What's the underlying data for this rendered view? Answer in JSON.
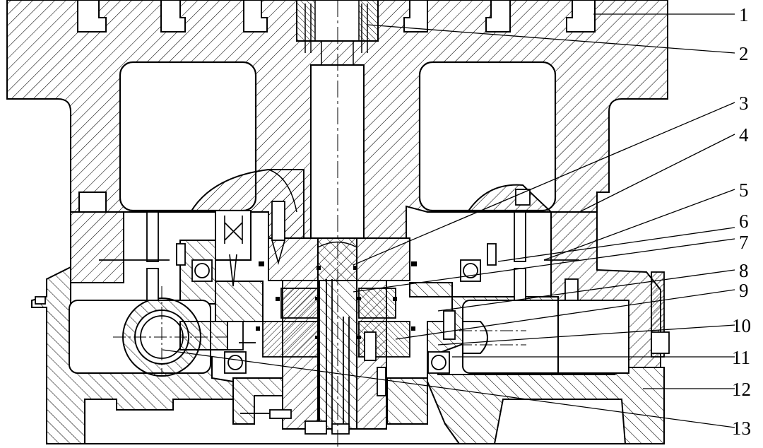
{
  "callouts": [
    {
      "number": "1"
    },
    {
      "number": "2"
    },
    {
      "number": "3"
    },
    {
      "number": "4"
    },
    {
      "number": "5"
    },
    {
      "number": "6"
    },
    {
      "number": "7"
    },
    {
      "number": "8"
    },
    {
      "number": "9"
    },
    {
      "number": "10"
    },
    {
      "number": "11"
    },
    {
      "number": "12"
    },
    {
      "number": "13"
    }
  ],
  "colors": {
    "ink": "#000000",
    "paper": "#ffffff"
  }
}
